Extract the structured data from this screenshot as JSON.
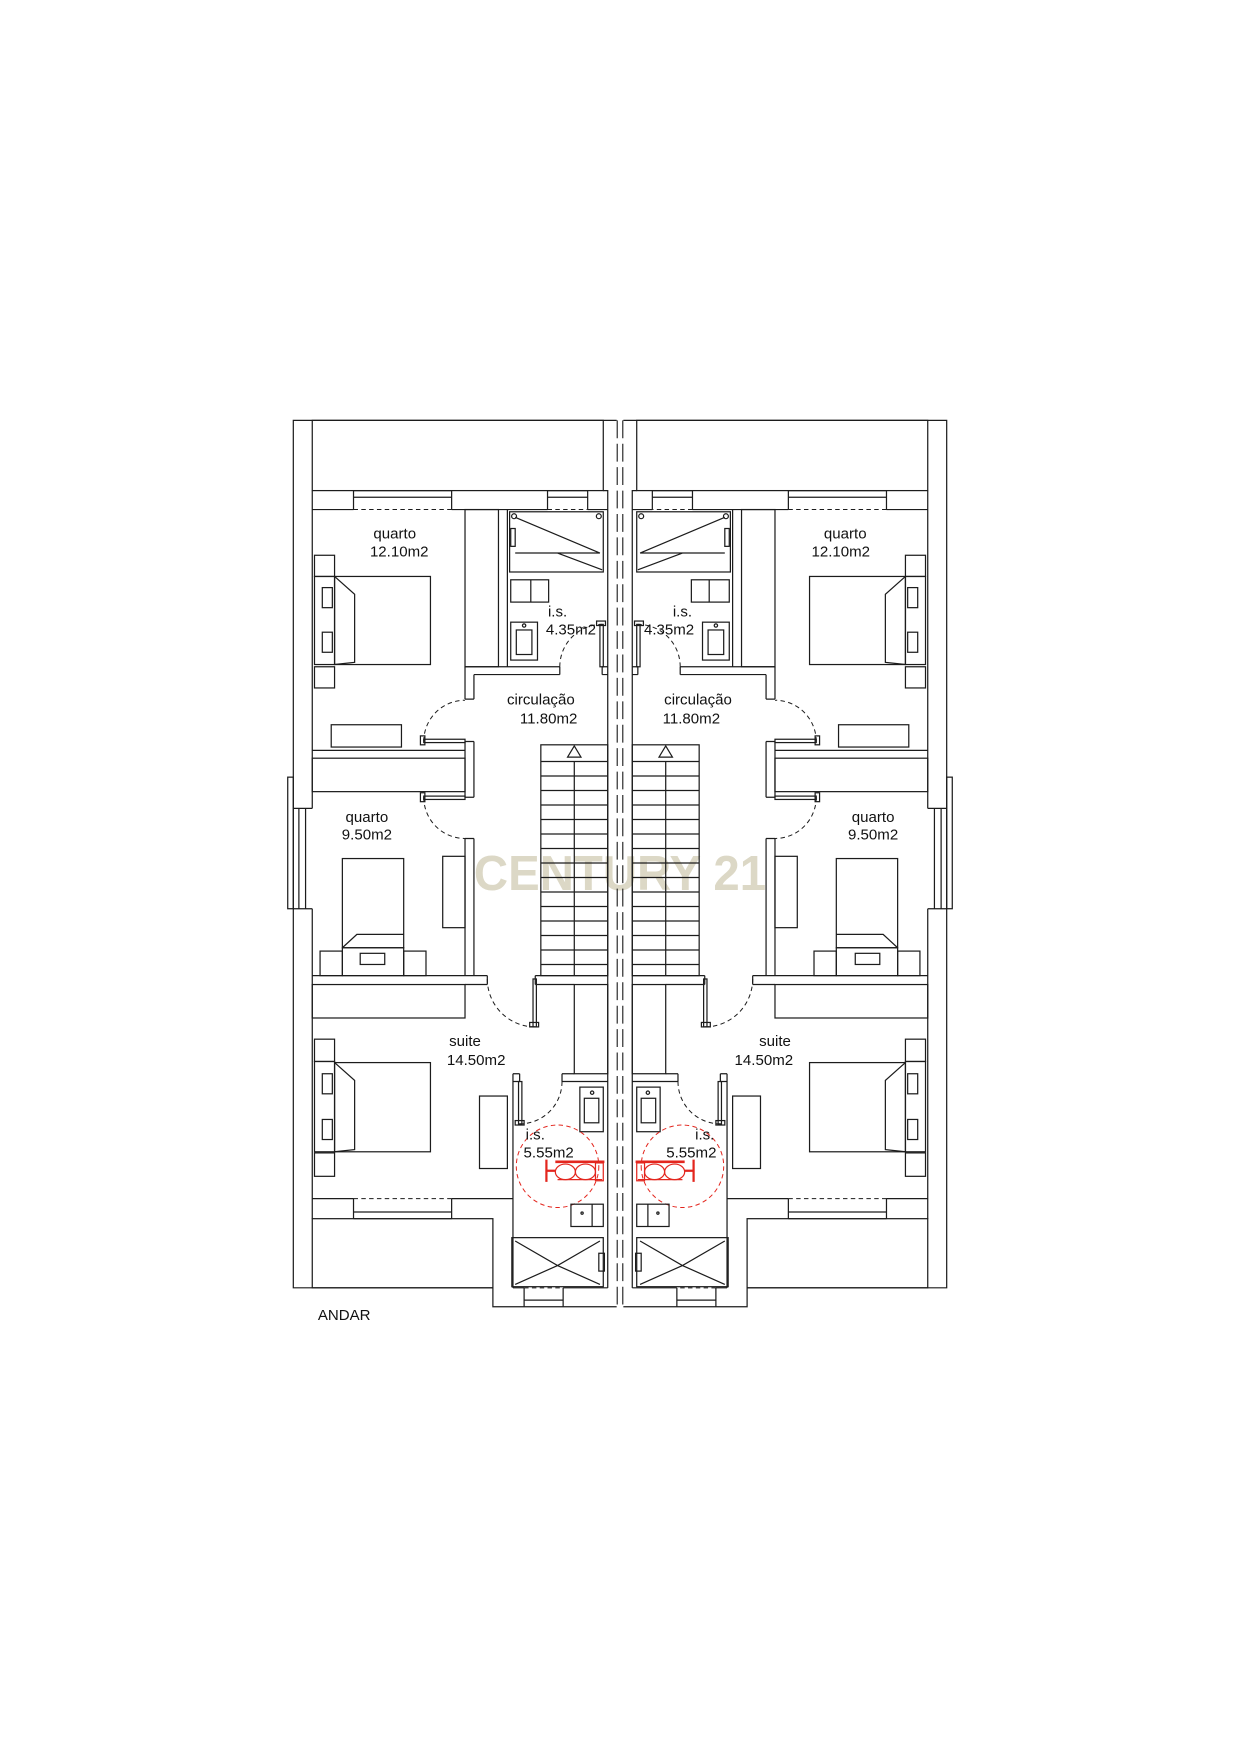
{
  "floor_label": "ANDAR",
  "watermark": "CENTURY 21",
  "colors": {
    "line": "#1c1c1c",
    "fixture_accent": "#e3261e",
    "watermark": "#dcd8c6",
    "background": "#ffffff"
  },
  "unit_a": {
    "rooms": [
      {
        "name": "quarto",
        "area": "12.10m2"
      },
      {
        "name": "i.s.",
        "area": "4.35m2"
      },
      {
        "name": "circulação",
        "area": "11.80m2"
      },
      {
        "name": "quarto",
        "area": "9.50m2"
      },
      {
        "name": "suite",
        "area": "14.50m2"
      },
      {
        "name": "i.s.",
        "area": "5.55m2"
      }
    ]
  },
  "unit_b": {
    "rooms": [
      {
        "name": "quarto",
        "area": "12.10m2"
      },
      {
        "name": "i.s.",
        "area": "4.35m2"
      },
      {
        "name": "circulação",
        "area": "11.80m2"
      },
      {
        "name": "quarto",
        "area": "9.50m2"
      },
      {
        "name": "suite",
        "area": "14.50m2"
      },
      {
        "name": "i.s.",
        "area": "5.55m2"
      }
    ]
  }
}
